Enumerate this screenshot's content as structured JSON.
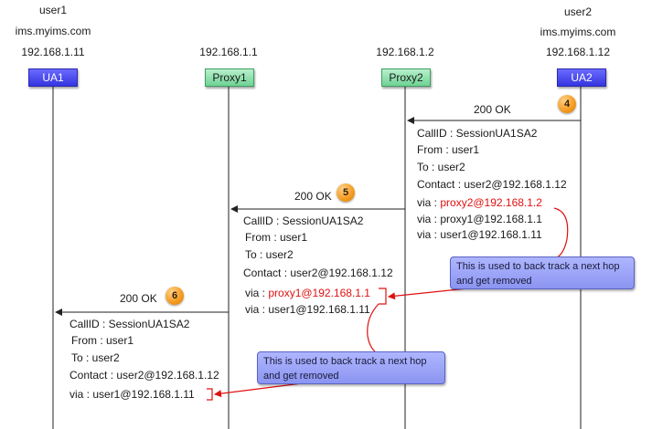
{
  "entities": {
    "ua1": {
      "label": "UA1",
      "user": "user1",
      "domain": "ims.myims.com",
      "ip": "192.168.1.11"
    },
    "proxy1": {
      "label": "Proxy1",
      "ip": "192.168.1.1"
    },
    "proxy2": {
      "label": "Proxy2",
      "ip": "192.168.1.2"
    },
    "ua2": {
      "label": "UA2",
      "user": "user2",
      "domain": "ims.myims.com",
      "ip": "192.168.1.12"
    }
  },
  "messages": [
    {
      "step": "4",
      "label": "200 OK",
      "lines": {
        "callid": "CallID : SessionUA1SA2",
        "from": "From : user1",
        "to": "To : user2",
        "contact": "Contact : user2@192.168.1.12",
        "via1_prefix": "via : ",
        "via1_value": "proxy2@192.168.1.2",
        "via2": "via : proxy1@192.168.1.1",
        "via3": "via : user1@192.168.1.11"
      }
    },
    {
      "step": "5",
      "label": "200 OK",
      "lines": {
        "callid": "CallID : SessionUA1SA2",
        "from": "From : user1",
        "to": "To : user2",
        "contact": "Contact : user2@192.168.1.12",
        "via1_prefix": "via : ",
        "via1_value": "proxy1@192.168.1.1",
        "via2": "via : user1@192.168.1.11"
      }
    },
    {
      "step": "6",
      "label": "200 OK",
      "lines": {
        "callid": "CallID : SessionUA1SA2",
        "from": "From : user1",
        "to": "To : user2",
        "contact": "Contact : user2@192.168.1.12",
        "via1": "via : user1@192.168.1.11"
      }
    }
  ],
  "notes": [
    {
      "line1": "This is used to back track a next hop",
      "line2": "and get removed"
    },
    {
      "line1": "This is used to back track a next hop",
      "line2": "and get removed"
    }
  ],
  "colors": {
    "ua": "#3f3fe8",
    "proxy": "#8fe0ad",
    "highlight": "#e01010",
    "note": "#9aa3f5",
    "badge": "#f39a1e"
  }
}
